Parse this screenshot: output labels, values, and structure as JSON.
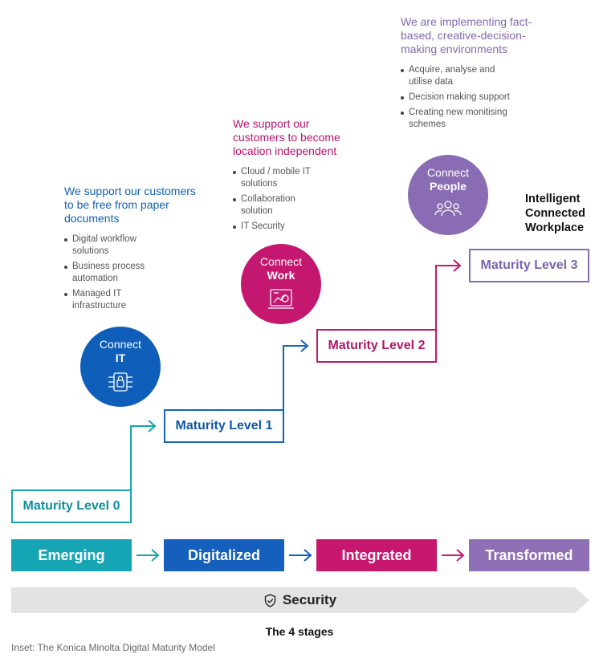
{
  "levels": [
    {
      "label": "Maturity Level 0",
      "color": "#1aa3b0"
    },
    {
      "label": "Maturity Level 1",
      "color": "#1565b8"
    },
    {
      "label": "Maturity Level 2",
      "color": "#c2186d"
    },
    {
      "label": "Maturity Level 3",
      "color": "#8a6db5"
    }
  ],
  "stages": [
    {
      "label": "Emerging",
      "color": "#16a5b4"
    },
    {
      "label": "Digitalized",
      "color": "#1560bd"
    },
    {
      "label": "Integrated",
      "color": "#c8176f"
    },
    {
      "label": "Transformed",
      "color": "#8f6fb5"
    }
  ],
  "pillars": {
    "it": {
      "connect": "Connect",
      "name": "IT",
      "icon": "chip-lock-icon",
      "heading": "We support our customers to be free from paper documents",
      "bullets": [
        "Digital workflow solutions",
        "Business process automation",
        "Managed IT infrastructure"
      ]
    },
    "work": {
      "connect": "Connect",
      "name": "Work",
      "icon": "monitor-chart-icon",
      "heading": "We support our customers to become location independent",
      "bullets": [
        "Cloud / mobile IT solutions",
        "Collaboration solution",
        "IT Security"
      ]
    },
    "people": {
      "connect": "Connect",
      "name": "People",
      "icon": "people-group-icon",
      "heading": "We are implementing fact-based, creative-decision-making environments",
      "bullets": [
        "Acquire, analyse and utilise data",
        "Decision making support",
        "Creating new monitising schemes"
      ]
    }
  },
  "end_label": {
    "line1": "Intelligent",
    "line2": "Connected",
    "line3": "Workplace"
  },
  "security": {
    "label": "Security",
    "icon": "shield-check-icon",
    "color": "#e3e3e3"
  },
  "captions": {
    "stages": "The 4 stages",
    "inset": "Inset: The Konica Minolta Digital Maturity Model"
  }
}
